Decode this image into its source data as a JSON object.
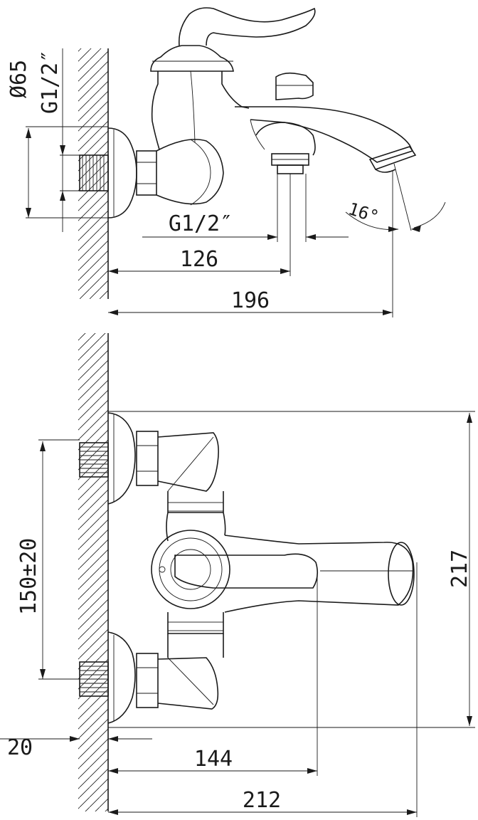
{
  "dimensions": {
    "diameter": "Ø65",
    "thread_wall": "G1/2″",
    "thread_outlet": "G1/2″",
    "angle": "16°",
    "d126": "126",
    "d196": "196",
    "d150": "150±20",
    "d217": "217",
    "d20": "20",
    "d144": "144",
    "d212": "212"
  }
}
